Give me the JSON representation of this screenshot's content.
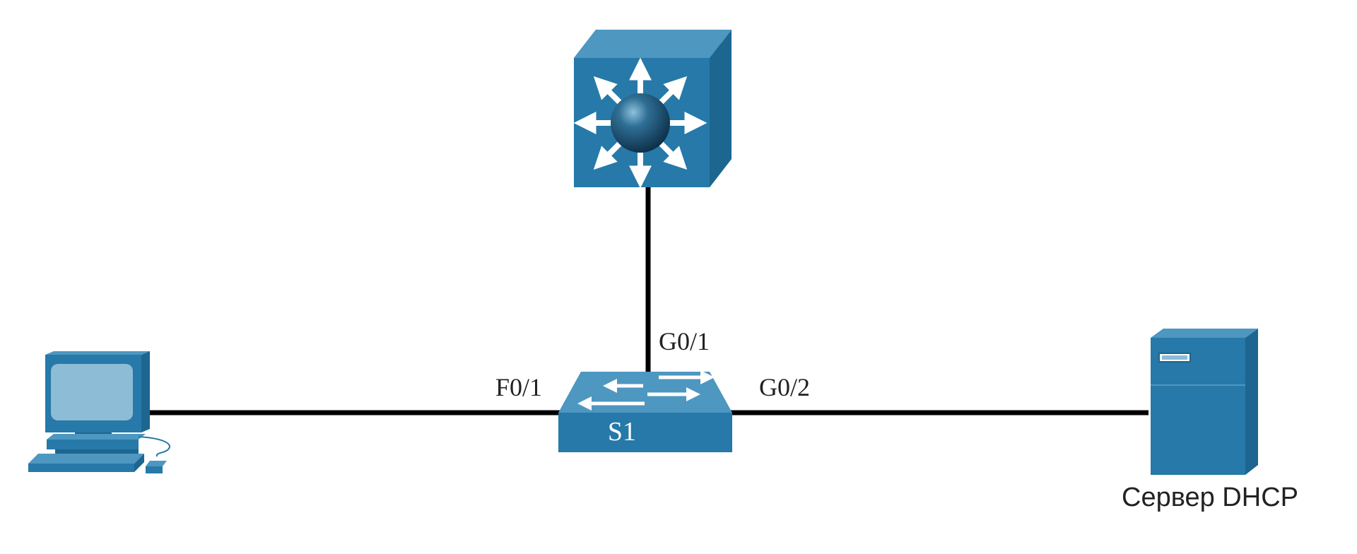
{
  "devices": {
    "pc": {
      "icon": "pc-workstation-icon"
    },
    "multilayer_switch": {
      "icon": "multilayer-switch-icon"
    },
    "switch": {
      "name": "S1",
      "icon": "switch-icon"
    },
    "server": {
      "label": "Сервер DHCP",
      "icon": "server-tower-icon"
    }
  },
  "ports": {
    "s1_to_pc": "F0/1",
    "s1_to_mls": "G0/1",
    "s1_to_server": "G0/2"
  },
  "links": [
    {
      "from": "pc",
      "to": "S1",
      "port": "F0/1"
    },
    {
      "from": "S1",
      "to": "multilayer_switch",
      "port": "G0/1"
    },
    {
      "from": "S1",
      "to": "server",
      "port": "G0/2"
    }
  ],
  "colors": {
    "device_front": "#2679a8",
    "device_top": "#4d97c1",
    "device_side": "#1d6690",
    "cable": "#000000"
  }
}
